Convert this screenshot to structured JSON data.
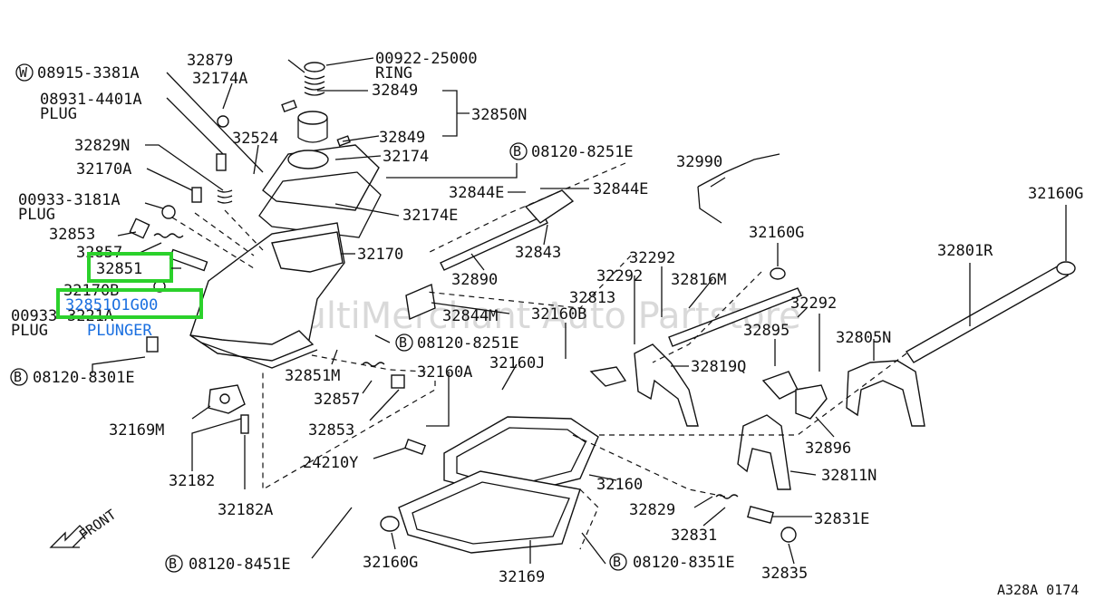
{
  "watermark": "MultiMerchant Auto Partstore",
  "diagram_code": "A328A 0174",
  "front_label": "FRONT",
  "highlight": {
    "part": "32851",
    "part_number": "32851O1G00",
    "name": "PLUNGER"
  },
  "labels": {
    "p32879": "32879",
    "p00922": "00922-25000",
    "ring": "RING",
    "w08915": "08915-3381A",
    "w_prefix": "W",
    "p32174A": "32174A",
    "p32849a": "32849",
    "p08931": "08931-4401A",
    "plug1": "PLUG",
    "p32850N": "32850N",
    "p32849b": "32849",
    "p32829N": "32829N",
    "p32524": "32524",
    "p32174": "32174",
    "p32170A": "32170A",
    "b08120_8251a": "08120-8251E",
    "p32990": "32990",
    "p00933": "00933-3181A",
    "plug2": "PLUG",
    "p32844Ea": "32844E",
    "p32844Eb": "32844E",
    "p32174E": "32174E",
    "p32160Ga": "32160G",
    "p32853a": "32853",
    "p32857a": "32857",
    "p32170": "32170",
    "p32843": "32843",
    "p32160Gb": "32160G",
    "p32292a": "32292",
    "p32801R": "32801R",
    "p32292b": "32292",
    "p32816M": "32816M",
    "p32890": "32890",
    "p32170B": "32170B",
    "p32813": "32813",
    "p32292c": "32292",
    "p00933b": "00933",
    "p3221A": "3221A",
    "plug3": "PLUG",
    "p32844M": "32844M",
    "p32160B": "32160B",
    "p32895": "32895",
    "p32805N": "32805N",
    "b08120_8251b": "08120-8251E",
    "b08120_8301": "08120-8301E",
    "p32851M": "32851M",
    "p32160J": "32160J",
    "p32819Q": "32819Q",
    "p32160A": "32160A",
    "p32857b": "32857",
    "p32169M": "32169M",
    "p32853b": "32853",
    "p32896": "32896",
    "p24210Y": "24210Y",
    "p32160": "32160",
    "p32811N": "32811N",
    "p32182": "32182",
    "p32182A": "32182A",
    "p32829": "32829",
    "p32831E": "32831E",
    "p32831": "32831",
    "b08120_8451": "08120-8451E",
    "p32160Gc": "32160G",
    "p32169": "32169",
    "b08120_8351": "08120-8351E",
    "p32835": "32835",
    "b_prefix": "B"
  }
}
